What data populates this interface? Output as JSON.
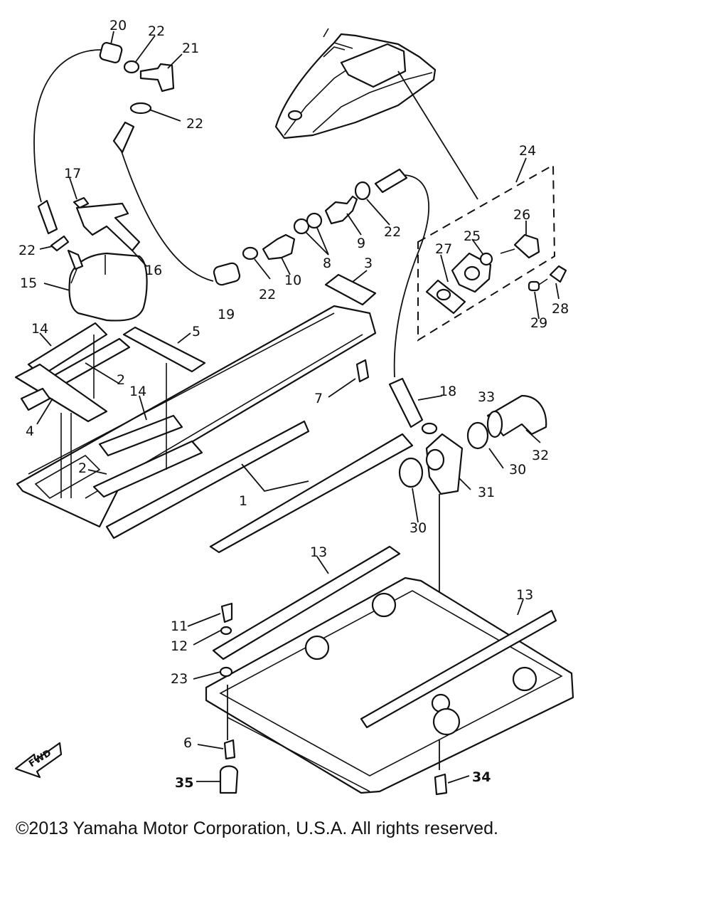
{
  "diagram": {
    "callouts": [
      {
        "id": "c20",
        "label": "20"
      },
      {
        "id": "c22a",
        "label": "22"
      },
      {
        "id": "c21",
        "label": "21"
      },
      {
        "id": "c22b",
        "label": "22"
      },
      {
        "id": "c17",
        "label": "17"
      },
      {
        "id": "c22c",
        "label": "22"
      },
      {
        "id": "c16",
        "label": "16"
      },
      {
        "id": "c15",
        "label": "15"
      },
      {
        "id": "c19",
        "label": "19"
      },
      {
        "id": "c22d",
        "label": "22"
      },
      {
        "id": "c10",
        "label": "10"
      },
      {
        "id": "c8",
        "label": "8"
      },
      {
        "id": "c9",
        "label": "9"
      },
      {
        "id": "c22e",
        "label": "22"
      },
      {
        "id": "c3",
        "label": "3"
      },
      {
        "id": "c24",
        "label": "24"
      },
      {
        "id": "c26",
        "label": "26"
      },
      {
        "id": "c25",
        "label": "25"
      },
      {
        "id": "c27",
        "label": "27"
      },
      {
        "id": "c28",
        "label": "28"
      },
      {
        "id": "c29",
        "label": "29"
      },
      {
        "id": "c14a",
        "label": "14"
      },
      {
        "id": "c5",
        "label": "5"
      },
      {
        "id": "c2a",
        "label": "2"
      },
      {
        "id": "c14b",
        "label": "14"
      },
      {
        "id": "c4",
        "label": "4"
      },
      {
        "id": "c7",
        "label": "7"
      },
      {
        "id": "c18",
        "label": "18"
      },
      {
        "id": "c33",
        "label": "33"
      },
      {
        "id": "c2b",
        "label": "2"
      },
      {
        "id": "c32",
        "label": "32"
      },
      {
        "id": "c30a",
        "label": "30"
      },
      {
        "id": "c31",
        "label": "31"
      },
      {
        "id": "c1",
        "label": "1"
      },
      {
        "id": "c30b",
        "label": "30"
      },
      {
        "id": "c13a",
        "label": "13"
      },
      {
        "id": "c13b",
        "label": "13"
      },
      {
        "id": "c11",
        "label": "11"
      },
      {
        "id": "c12",
        "label": "12"
      },
      {
        "id": "c23",
        "label": "23"
      },
      {
        "id": "c6",
        "label": "6"
      },
      {
        "id": "c35",
        "label": "35"
      },
      {
        "id": "c34",
        "label": "34"
      }
    ],
    "fwd_label": "FWD"
  },
  "copyright": "©2013 Yamaha Motor Corporation, U.S.A. All rights reserved."
}
